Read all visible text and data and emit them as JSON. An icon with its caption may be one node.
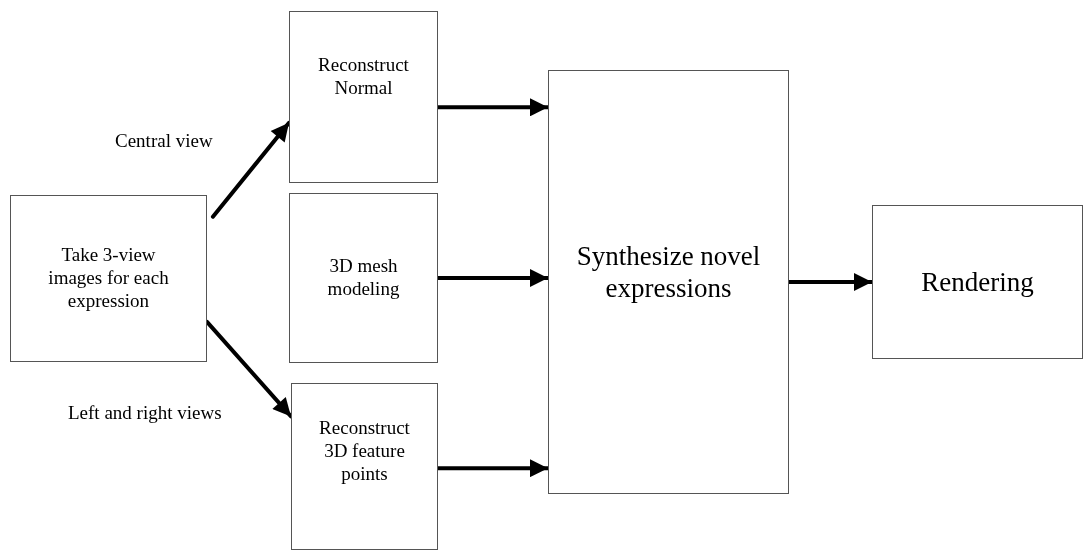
{
  "diagram": {
    "nodes": [
      {
        "text": [
          "Take 3-view images for each expression"
        ]
      },
      {
        "text": [
          "Reconstruct Normal"
        ]
      },
      {
        "text": [
          "3D mesh modeling"
        ]
      },
      {
        "text": [
          "Reconstruct 3D feature points"
        ]
      },
      {
        "text": [
          "Synthesize novel expressions"
        ]
      },
      {
        "text": [
          "Rendering"
        ]
      }
    ],
    "edges": [
      {
        "from": 0,
        "to": 1,
        "arrow": "to",
        "label": "Central view"
      },
      {
        "from": 0,
        "to": 3,
        "arrow": "to",
        "label": "Left and right views"
      },
      {
        "from": 1,
        "to": 4,
        "arrow": "to"
      },
      {
        "from": 2,
        "to": 4,
        "arrow": "to"
      },
      {
        "from": 3,
        "to": 4,
        "arrow": "to"
      },
      {
        "from": 4,
        "to": 5,
        "arrow": "to"
      }
    ]
  }
}
